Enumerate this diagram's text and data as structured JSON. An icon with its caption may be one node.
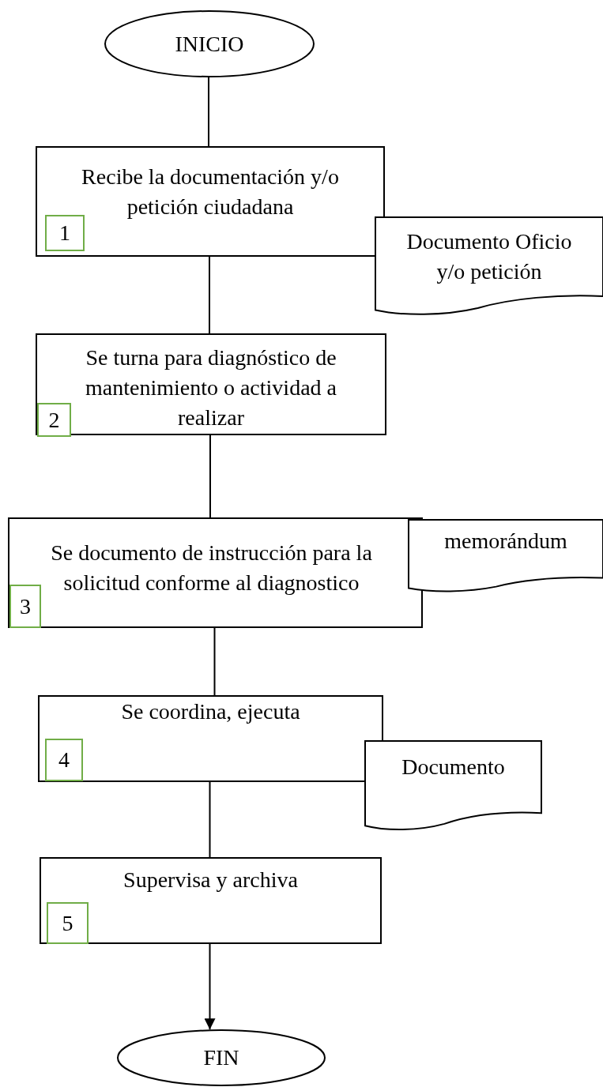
{
  "diagram": {
    "nodes": [
      {
        "text": [
          "INICIO"
        ]
      },
      {
        "text": [
          "Recibe la documentación y/o petición ciudadana"
        ]
      },
      {
        "text": [
          "1"
        ],
        "in": 1
      },
      {
        "text": [
          "Documento Oficio y/o petición"
        ]
      },
      {
        "text": [
          "Se turna para diagnóstico de mantenimiento o actividad a realizar"
        ]
      },
      {
        "text": [
          "2"
        ],
        "in": 4
      },
      {
        "text": [
          "Se documento de instrucción para la solicitud conforme al diagnostico"
        ]
      },
      {
        "text": [
          "3"
        ],
        "in": 6
      },
      {
        "text": [
          "memorándum"
        ]
      },
      {
        "text": [
          "Se coordina, ejecuta"
        ]
      },
      {
        "text": [
          "4"
        ],
        "in": 9
      },
      {
        "text": [
          "Documento"
        ]
      },
      {
        "text": [
          "Supervisa y archiva"
        ]
      },
      {
        "text": [
          "5"
        ],
        "in": 12
      },
      {
        "text": [
          "FIN"
        ]
      }
    ],
    "edges": [
      {
        "from": 0,
        "to": 1,
        "arrow": "none"
      },
      {
        "from": 1,
        "to": 4,
        "arrow": "none"
      },
      {
        "from": 4,
        "to": 6,
        "arrow": "none"
      },
      {
        "from": 6,
        "to": 9,
        "arrow": "none"
      },
      {
        "from": 9,
        "to": 12,
        "arrow": "none"
      },
      {
        "from": 12,
        "to": 14,
        "arrow": "to"
      }
    ]
  }
}
